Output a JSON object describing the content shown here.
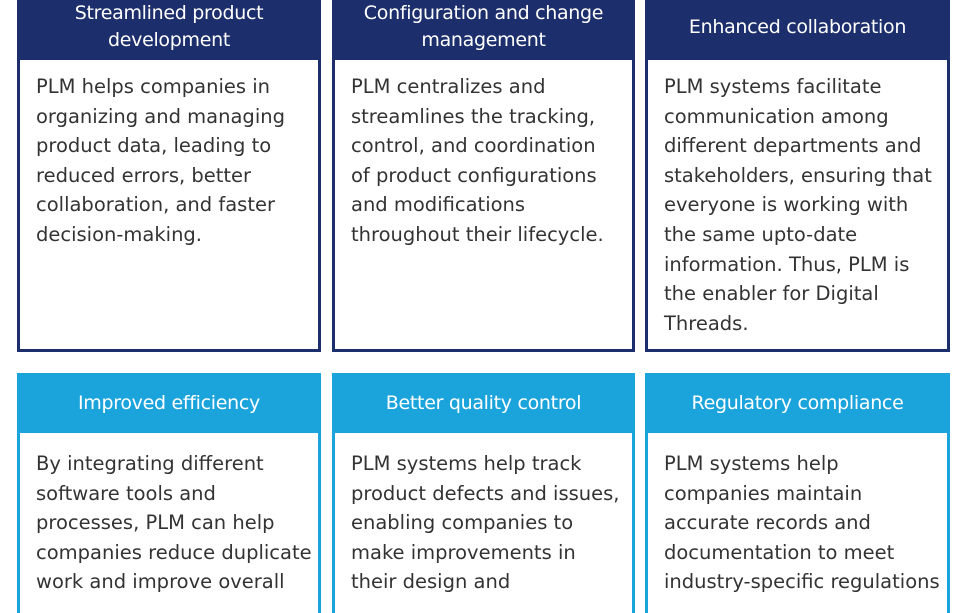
{
  "colors": {
    "dark_header": "#1c2e6b",
    "light_header": "#1ba3dc",
    "body_text": "#333333",
    "background": "#ffffff"
  },
  "cards": [
    {
      "title": "Streamlined product\ndevelopment",
      "text": "PLM helps companies in\norganizing and managing\nproduct data, leading to\nreduced errors, better\ncollaboration, and faster\ndecision-making."
    },
    {
      "title": "Configuration and change\nmanagement",
      "text": "PLM centralizes and\nstreamlines the tracking,\ncontrol, and coordination\nof product configurations\nand modifications\nthroughout their lifecycle."
    },
    {
      "title": "Enhanced collaboration",
      "text": "PLM systems facilitate\ncommunication among\ndifferent departments and\nstakeholders, ensuring that\neveryone is working with\nthe same upto-date\ninformation. Thus, PLM is\nthe enabler for Digital\nThreads."
    },
    {
      "title": "Improved efficiency",
      "text": "By integrating different\nsoftware tools and\nprocesses, PLM can help\ncompanies reduce duplicate\nwork and improve overall"
    },
    {
      "title": "Better quality control",
      "text": "PLM systems help track\nproduct defects and issues,\nenabling companies to\nmake improvements in\ntheir design and"
    },
    {
      "title": "Regulatory compliance",
      "text": "PLM systems help\ncompanies maintain\naccurate records and\ndocumentation to meet\nindustry-specific regulations"
    }
  ]
}
